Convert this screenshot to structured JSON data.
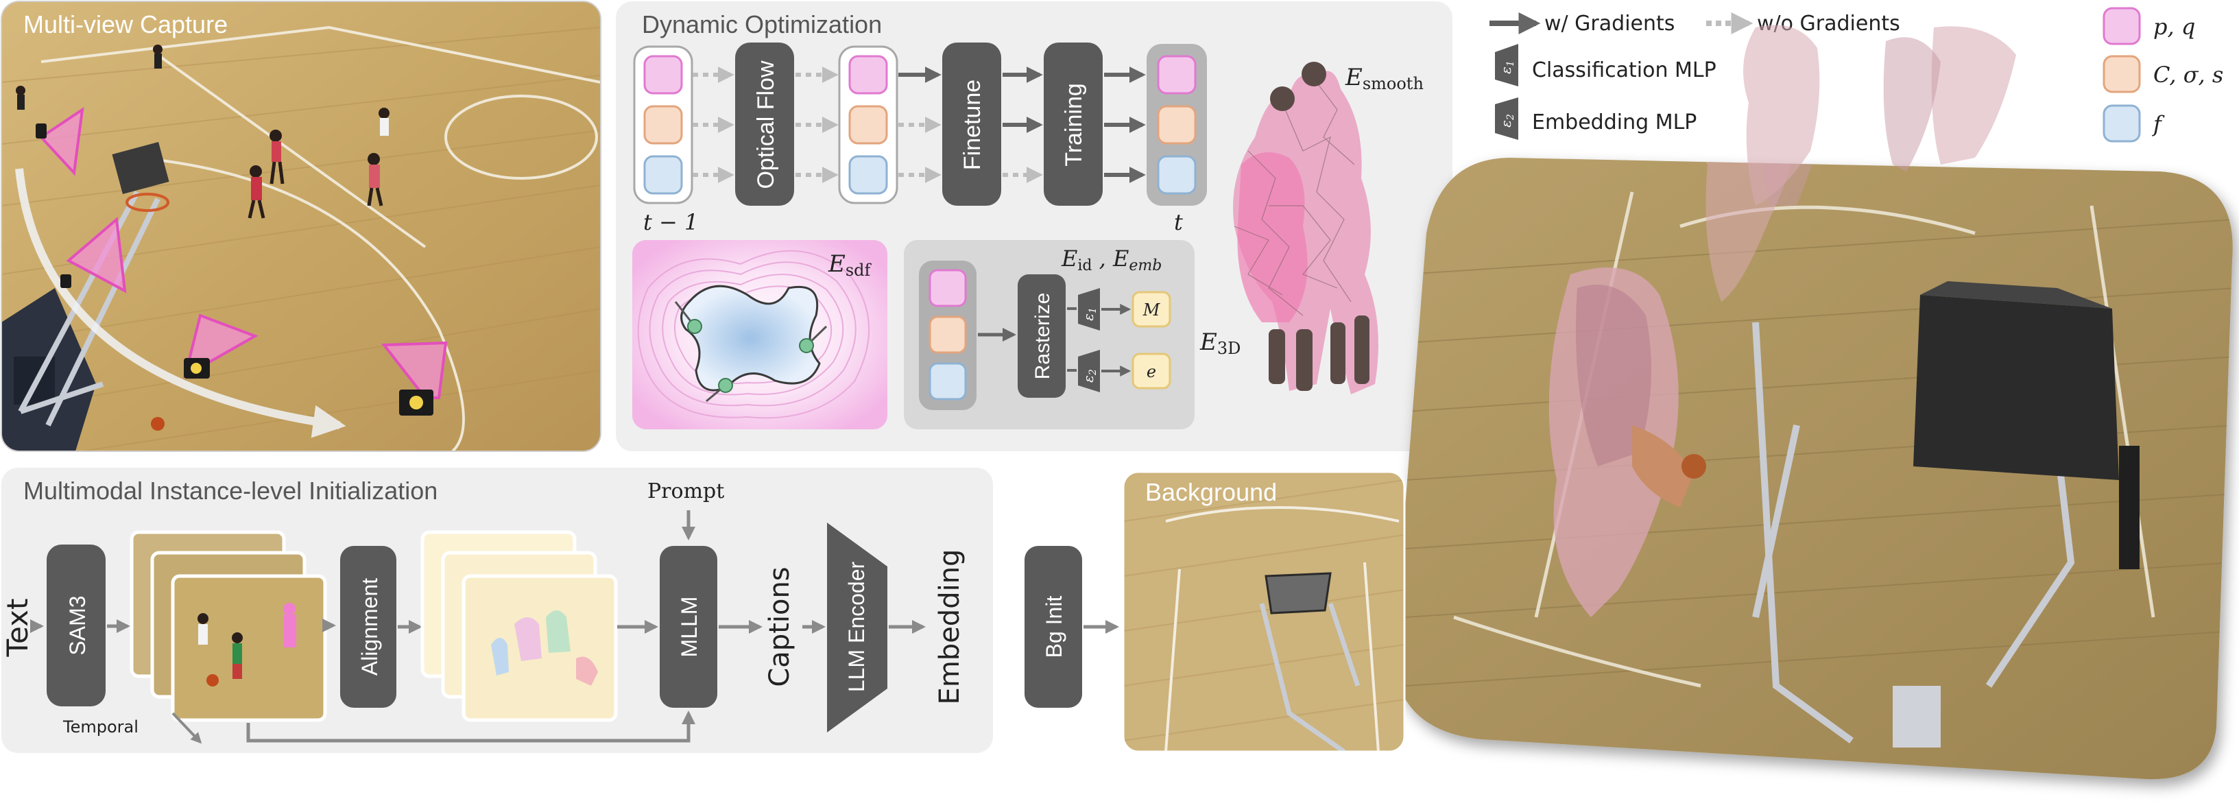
{
  "multiview": {
    "title": "Multi-view Capture"
  },
  "dynamic": {
    "title": "Dynamic Optimization",
    "optical_flow": "Optical Flow",
    "finetune": "Finetune",
    "training": "Training",
    "t_prev": "t − 1",
    "t_cur": "t",
    "e_sdf": "E",
    "e_sdf_sub": "sdf",
    "e_id": "E",
    "e_id_sub": "id",
    "e_emb": ", E",
    "e_emb_sub": "emb",
    "rasterize": "Rasterize",
    "mask_label": "M",
    "emb_label": "e",
    "eps1": "ε",
    "eps1_sub": "1",
    "eps2": "ε",
    "eps2_sub": "2",
    "e_smooth": "E",
    "e_smooth_sub": "smooth",
    "e_3d": "E",
    "e_3d_sub": "3D"
  },
  "legend": {
    "with_grad": "w/ Gradients",
    "without_grad": "w/o Gradients",
    "mlp1": "Classification MLP",
    "mlp2": "Embedding MLP",
    "attr_pq": "p, q",
    "attr_csig": "C, σ, s",
    "attr_f": "f"
  },
  "init": {
    "title": "Multimodal Instance-level Initialization",
    "text": "Text",
    "sam3": "SAM3",
    "temporal": "Temporal",
    "alignment": "Alignment",
    "prompt": "Prompt",
    "mllm": "MLLM",
    "captions": "Captions",
    "llm_encoder": "LLM Encoder",
    "embedding": "Embedding",
    "bg_init": "Bg Init"
  },
  "background": {
    "title": "Background"
  },
  "colors": {
    "pink": "#f5c6ec",
    "pink_stroke": "#e07ad0",
    "orange": "#f8dcc7",
    "orange_stroke": "#e3a57e",
    "blue": "#d6e6f4",
    "blue_stroke": "#8fb2d3",
    "dark_block": "#5a5a5a",
    "panel_bg": "#efefef",
    "court": "#c9a868"
  }
}
